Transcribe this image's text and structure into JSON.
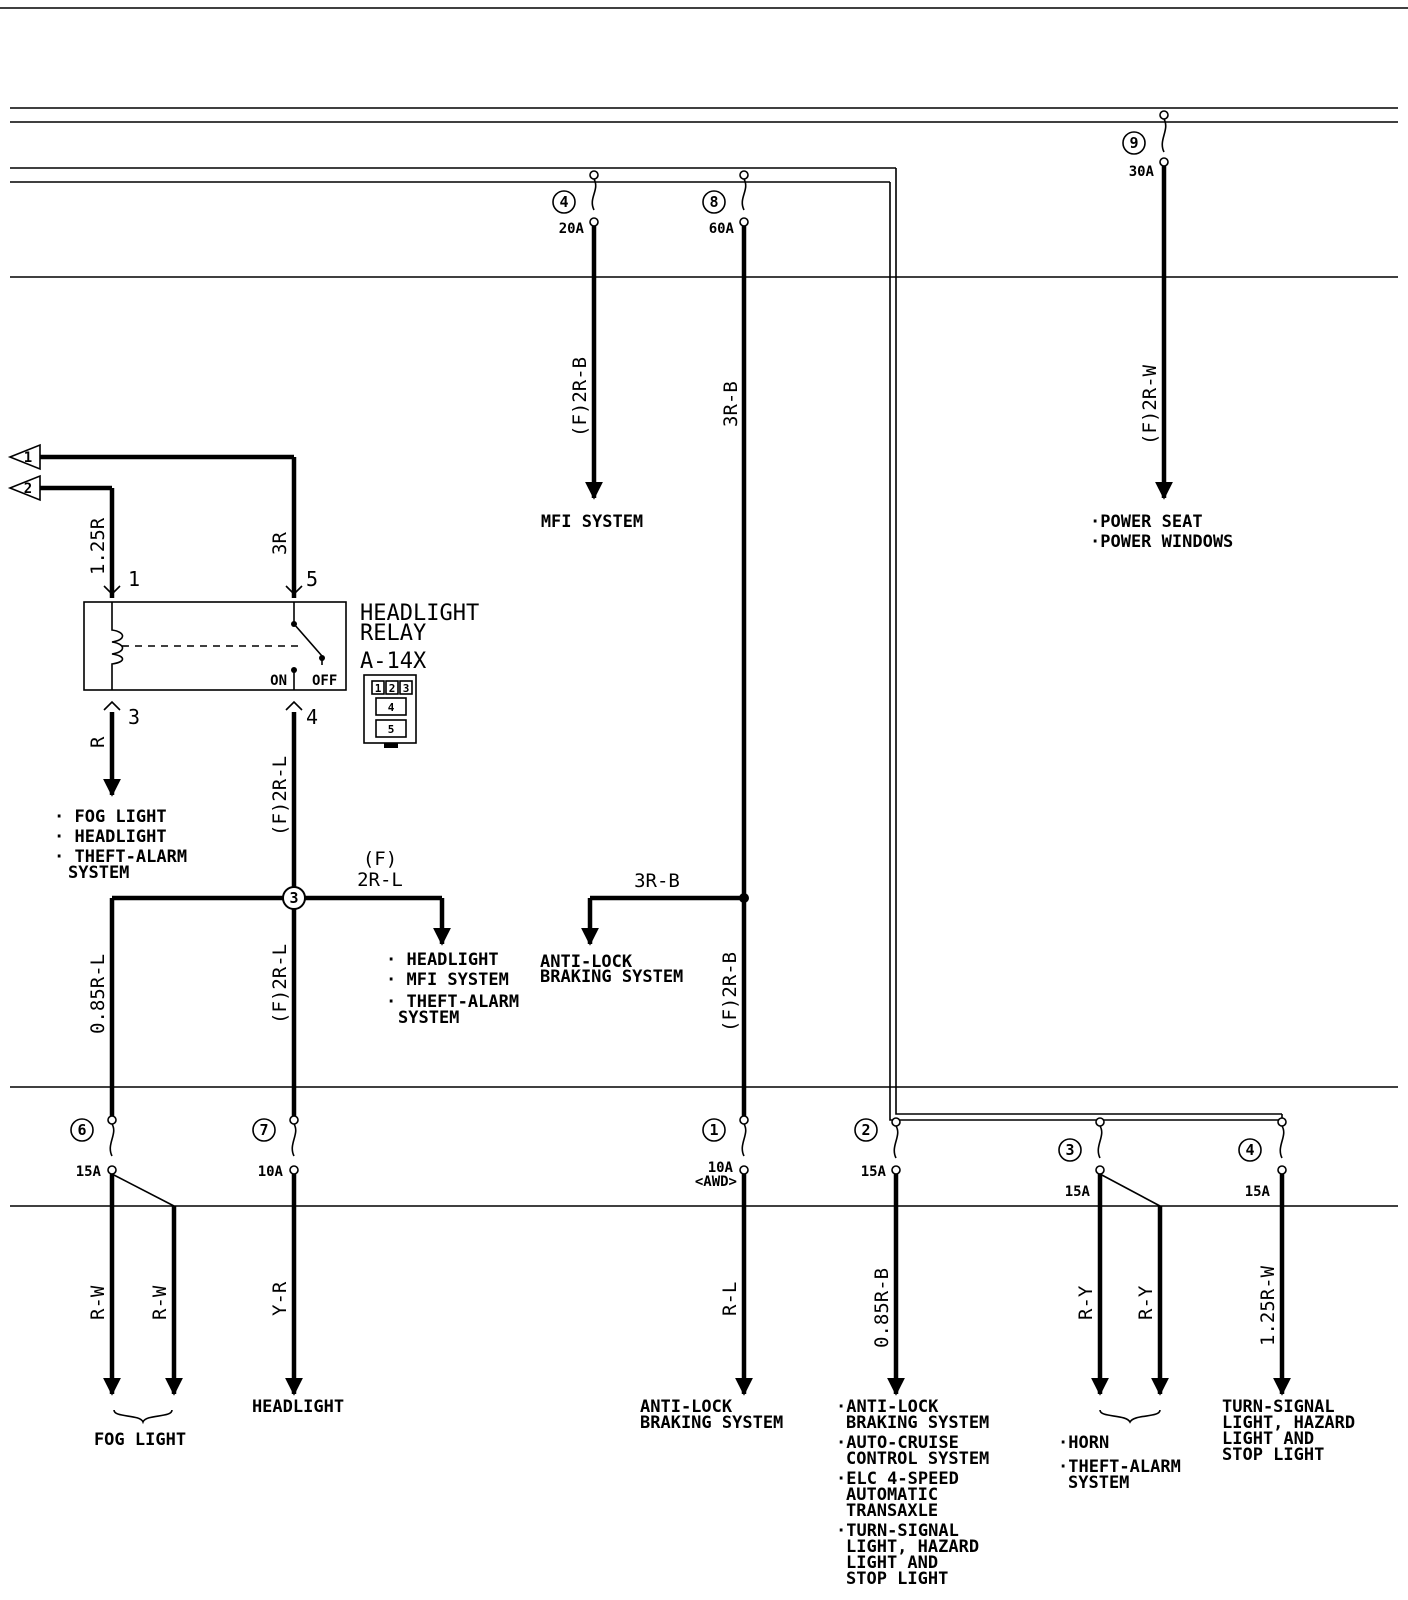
{
  "fuses": {
    "f4_top": {
      "num": "4",
      "rating": "20A"
    },
    "f8_top": {
      "num": "8",
      "rating": "60A"
    },
    "f9_top": {
      "num": "9",
      "rating": "30A"
    },
    "f6_bot": {
      "num": "6",
      "rating": "15A"
    },
    "f7_bot": {
      "num": "7",
      "rating": "10A"
    },
    "f1_bot": {
      "num": "1",
      "rating": "10A",
      "note": "<AWD>"
    },
    "f2_bot": {
      "num": "2",
      "rating": "15A"
    },
    "f3_bot": {
      "num": "3",
      "rating": "15A"
    },
    "f4_bot": {
      "num": "4",
      "rating": "15A"
    }
  },
  "wires": {
    "f2rb_mfi": "(F)2R-B",
    "w3rb_vert": "3R-B",
    "f2rw": "(F)2R-W",
    "w125r": "1.25R",
    "w3r": "3R",
    "wr": "R",
    "f2rl_relay": "(F)2R-L",
    "f_top": "(F)",
    "f2rl_horiz": "2R-L",
    "w085rl": "0.85R-L",
    "f2rl_low": "(F)2R-L",
    "w3rb_horiz": "3R-B",
    "f2rb_low": "(F)2R-B",
    "rw1": "R-W",
    "rw2": "R-W",
    "yr": "Y-R",
    "rl": "R-L",
    "w085rb": "0.85R-B",
    "ry1": "R-Y",
    "ry2": "R-Y",
    "w125rw": "1.25R-W"
  },
  "connector_arrows": [
    "1",
    "2"
  ],
  "relay": {
    "title_line1": "HEADLIGHT",
    "title_line2": "RELAY",
    "connector": "A-14X",
    "pins": {
      "p1": "1",
      "p5": "5",
      "p3": "3",
      "p4": "4"
    },
    "state_on": "ON",
    "state_off": "OFF",
    "cavity_row1": [
      "1",
      "2",
      "3"
    ],
    "cavity_4": "4",
    "cavity_5": "5"
  },
  "junction": {
    "num": "3"
  },
  "destinations": {
    "mfi": "MFI SYSTEM",
    "power": [
      "·POWER SEAT",
      "·POWER WINDOWS"
    ],
    "relay_out": [
      "· FOG LIGHT",
      "· HEADLIGHT",
      "· THEFT-ALARM",
      "SYSTEM"
    ],
    "headlight_branch": [
      "· HEADLIGHT",
      "· MFI SYSTEM",
      "· THEFT-ALARM",
      "SYSTEM"
    ],
    "abs_top": [
      "ANTI-LOCK",
      "BRAKING SYSTEM"
    ],
    "fog": "FOG LIGHT",
    "headlight": "HEADLIGHT",
    "abs_bottom": [
      "ANTI-LOCK",
      "BRAKING SYSTEM"
    ],
    "multi": [
      "·ANTI-LOCK",
      "BRAKING SYSTEM",
      "·AUTO-CRUISE",
      "CONTROL SYSTEM",
      "·ELC 4-SPEED",
      "AUTOMATIC",
      "TRANSAXLE",
      "·TURN-SIGNAL",
      "LIGHT, HAZARD",
      "LIGHT AND",
      "STOP LIGHT"
    ],
    "horn": [
      "·HORN",
      "·THEFT-ALARM",
      "SYSTEM"
    ],
    "turn": [
      "TURN-SIGNAL",
      "LIGHT, HAZARD",
      "LIGHT AND",
      "STOP LIGHT"
    ]
  }
}
